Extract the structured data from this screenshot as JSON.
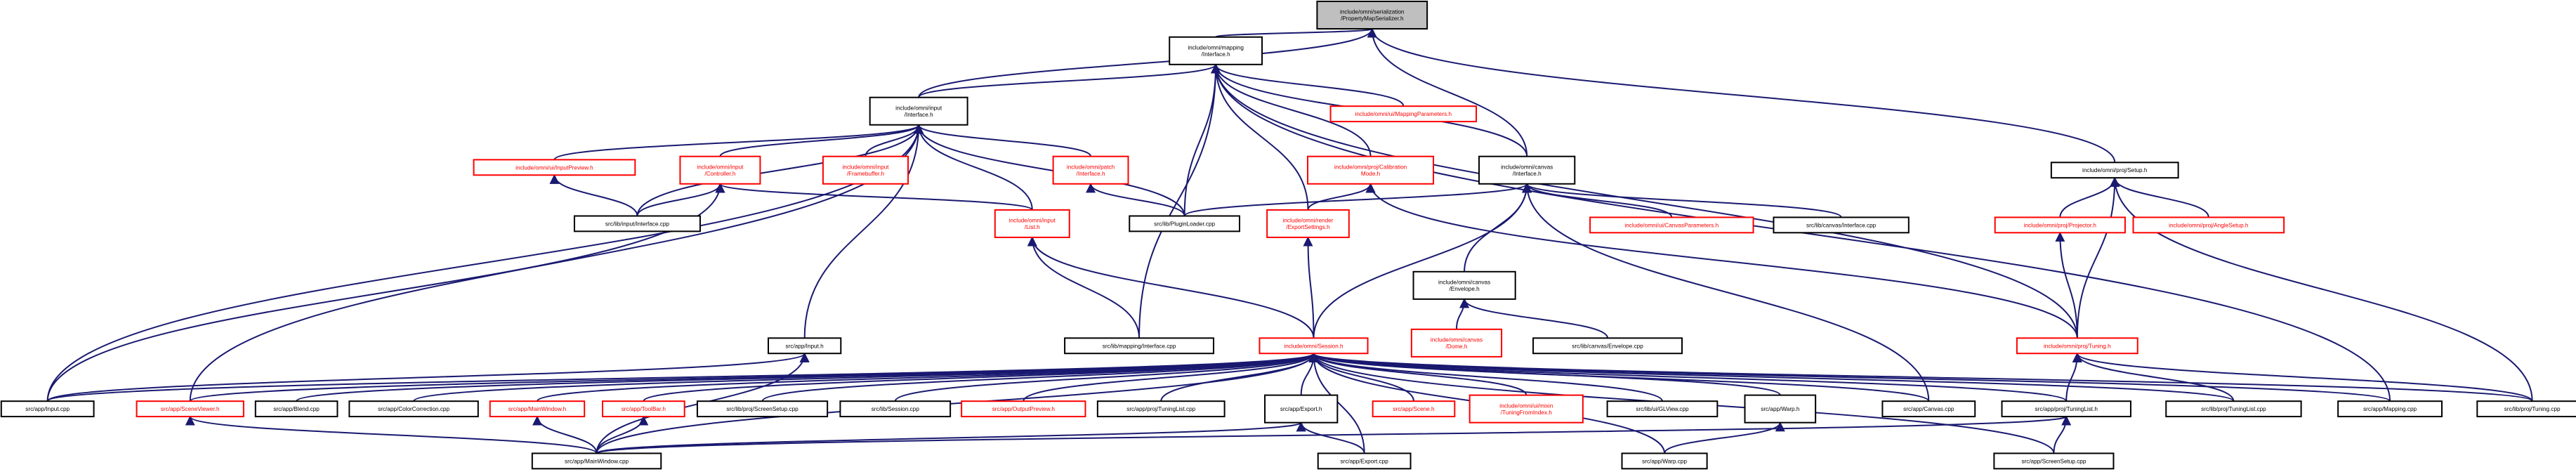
{
  "diagram_title": "",
  "colors": {
    "edge": "#191970",
    "red_node": "#ff0000",
    "root_fill": "#bfbfbf"
  },
  "nodes": {
    "root": {
      "lines": [
        "include/omni/serialization",
        "/PropertyMapSerializer.h"
      ],
      "red": false,
      "root": true
    },
    "mapIface": {
      "lines": [
        "include/omni/mapping",
        "/Interface.h"
      ],
      "red": false
    },
    "inputIface": {
      "lines": [
        "include/omni/input",
        "/Interface.h"
      ],
      "red": false
    },
    "mappingParams": {
      "lines": [
        "include/omni/ui/MappingParameters.h"
      ],
      "red": true
    },
    "inputPreview": {
      "lines": [
        "include/omni/ui/InputPreview.h"
      ],
      "red": true
    },
    "inputController": {
      "lines": [
        "include/omni/input",
        "/Controller.h"
      ],
      "red": true
    },
    "inputFramebuffer": {
      "lines": [
        "include/omni/input",
        "/Framebuffer.h"
      ],
      "red": true
    },
    "patchIface": {
      "lines": [
        "include/omni/patch",
        "/Interface.h"
      ],
      "red": true
    },
    "calibMode": {
      "lines": [
        "include/omni/proj/Calibration",
        "Mode.h"
      ],
      "red": true
    },
    "canvasIface": {
      "lines": [
        "include/omni/canvas",
        "/Interface.h"
      ],
      "red": false
    },
    "projSetup": {
      "lines": [
        "include/omni/proj/Setup.h"
      ],
      "red": false
    },
    "inputList": {
      "lines": [
        "include/omni/input",
        "/List.h"
      ],
      "red": true
    },
    "exportSettings": {
      "lines": [
        "include/omni/render",
        "/ExportSettings.h"
      ],
      "red": true
    },
    "libInputIface": {
      "lines": [
        "src/lib/input/Interface.cpp"
      ],
      "red": false
    },
    "pluginLoader": {
      "lines": [
        "src/lib/PluginLoader.cpp"
      ],
      "red": false
    },
    "canvasEnvelope": {
      "lines": [
        "include/omni/canvas",
        "/Envelope.h"
      ],
      "red": false
    },
    "canvasParams": {
      "lines": [
        "include/omni/ui/CanvasParameters.h"
      ],
      "red": true
    },
    "libCanvasIface": {
      "lines": [
        "src/lib/canvas/Interface.cpp"
      ],
      "red": false
    },
    "projector": {
      "lines": [
        "include/omni/proj/Projector.h"
      ],
      "red": true
    },
    "angleSetup": {
      "lines": [
        "include/omni/proj/AngleSetup.h"
      ],
      "red": true
    },
    "canvasDome": {
      "lines": [
        "include/omni/canvas",
        "/Dome.h"
      ],
      "red": true
    },
    "libEnvelope": {
      "lines": [
        "src/lib/canvas/Envelope.cpp"
      ],
      "red": false
    },
    "appInputH": {
      "lines": [
        "src/app/Input.h"
      ],
      "red": false
    },
    "libMappingIface": {
      "lines": [
        "src/lib/mapping/Interface.cpp"
      ],
      "red": false
    },
    "session": {
      "lines": [
        "include/omni/Session.h"
      ],
      "red": true
    },
    "projTuning": {
      "lines": [
        "include/omni/proj/Tuning.h"
      ],
      "red": true
    },
    "appInputCpp": {
      "lines": [
        "src/app/Input.cpp"
      ],
      "red": false
    },
    "sceneViewer": {
      "lines": [
        "src/app/SceneViewer.h"
      ],
      "red": true
    },
    "blendCpp": {
      "lines": [
        "src/app/Blend.cpp"
      ],
      "red": false
    },
    "colorCorr": {
      "lines": [
        "src/app/ColorCorrection.cpp"
      ],
      "red": false
    },
    "mainWindowH": {
      "lines": [
        "src/app/MainWindow.h"
      ],
      "red": true
    },
    "toolBar": {
      "lines": [
        "src/app/ToolBar.h"
      ],
      "red": true
    },
    "libScreenSetup": {
      "lines": [
        "src/lib/proj/ScreenSetup.cpp"
      ],
      "red": false
    },
    "libSession": {
      "lines": [
        "src/lib/Session.cpp"
      ],
      "red": false
    },
    "outputPreview": {
      "lines": [
        "src/app/OutputPreview.h"
      ],
      "red": true
    },
    "appTuningListCpp": {
      "lines": [
        "src/app/proj/TuningList.cpp"
      ],
      "red": false
    },
    "exportH": {
      "lines": [
        "src/app/Export.h"
      ],
      "red": false
    },
    "sceneH": {
      "lines": [
        "src/app/Scene.h"
      ],
      "red": true
    },
    "tuningFromIndex": {
      "lines": [
        "include/omni/ui/mixin",
        "/TuningFromIndex.h"
      ],
      "red": true
    },
    "glView": {
      "lines": [
        "src/lib/ui/GLView.cpp"
      ],
      "red": false
    },
    "warpH": {
      "lines": [
        "src/app/Warp.h"
      ],
      "red": false
    },
    "canvasCpp": {
      "lines": [
        "src/app/Canvas.cpp"
      ],
      "red": false
    },
    "appTuningListH": {
      "lines": [
        "src/app/proj/TuningList.h"
      ],
      "red": false
    },
    "libTuningListCpp": {
      "lines": [
        "src/lib/proj/TuningList.cpp"
      ],
      "red": false
    },
    "mappingCpp": {
      "lines": [
        "src/app/Mapping.cpp"
      ],
      "red": false
    },
    "libTuningCpp": {
      "lines": [
        "src/lib/proj/Tuning.cpp"
      ],
      "red": false
    },
    "mainWindowCpp": {
      "lines": [
        "src/app/MainWindow.cpp"
      ],
      "red": false
    },
    "exportCpp": {
      "lines": [
        "src/app/Export.cpp"
      ],
      "red": false
    },
    "warpCpp": {
      "lines": [
        "src/app/Warp.cpp"
      ],
      "red": false
    },
    "screenSetupCpp": {
      "lines": [
        "src/app/ScreenSetup.cpp"
      ],
      "red": false
    }
  },
  "edges": [
    [
      "mapIface",
      "root"
    ],
    [
      "inputIface",
      "root"
    ],
    [
      "canvasIface",
      "root"
    ],
    [
      "projSetup",
      "root"
    ],
    [
      "inputIface",
      "mapIface"
    ],
    [
      "mappingParams",
      "mapIface"
    ],
    [
      "calibMode",
      "mapIface"
    ],
    [
      "canvasIface",
      "mapIface"
    ],
    [
      "exportSettings",
      "mapIface"
    ],
    [
      "pluginLoader",
      "mapIface"
    ],
    [
      "libMappingIface",
      "mapIface"
    ],
    [
      "projTuning",
      "mapIface"
    ],
    [
      "mappingCpp",
      "mapIface"
    ],
    [
      "inputPreview",
      "inputIface"
    ],
    [
      "inputController",
      "inputIface"
    ],
    [
      "inputFramebuffer",
      "inputIface"
    ],
    [
      "patchIface",
      "inputIface"
    ],
    [
      "inputList",
      "inputIface"
    ],
    [
      "libInputIface",
      "inputIface"
    ],
    [
      "pluginLoader",
      "inputIface"
    ],
    [
      "appInputH",
      "inputIface"
    ],
    [
      "appInputCpp",
      "inputIface"
    ],
    [
      "sceneViewer",
      "inputIface"
    ],
    [
      "libInputIface",
      "inputPreview"
    ],
    [
      "libInputIface",
      "inputController"
    ],
    [
      "inputList",
      "inputController"
    ],
    [
      "appInputCpp",
      "inputController"
    ],
    [
      "pluginLoader",
      "patchIface"
    ],
    [
      "exportSettings",
      "calibMode"
    ],
    [
      "projTuning",
      "calibMode"
    ],
    [
      "pluginLoader",
      "canvasIface"
    ],
    [
      "canvasEnvelope",
      "canvasIface"
    ],
    [
      "canvasParams",
      "canvasIface"
    ],
    [
      "libCanvasIface",
      "canvasIface"
    ],
    [
      "session",
      "canvasIface"
    ],
    [
      "canvasCpp",
      "canvasIface"
    ],
    [
      "projector",
      "projSetup"
    ],
    [
      "angleSetup",
      "projSetup"
    ],
    [
      "projTuning",
      "projSetup"
    ],
    [
      "libTuningCpp",
      "projSetup"
    ],
    [
      "libMappingIface",
      "inputList"
    ],
    [
      "session",
      "inputList"
    ],
    [
      "session",
      "exportSettings"
    ],
    [
      "canvasDome",
      "canvasEnvelope"
    ],
    [
      "libEnvelope",
      "canvasEnvelope"
    ],
    [
      "projTuning",
      "projector"
    ],
    [
      "appInputCpp",
      "appInputH"
    ],
    [
      "mainWindowCpp",
      "appInputH"
    ],
    [
      "appInputCpp",
      "session"
    ],
    [
      "sceneViewer",
      "session"
    ],
    [
      "blendCpp",
      "session"
    ],
    [
      "colorCorr",
      "session"
    ],
    [
      "mainWindowH",
      "session"
    ],
    [
      "toolBar",
      "session"
    ],
    [
      "libScreenSetup",
      "session"
    ],
    [
      "libSession",
      "session"
    ],
    [
      "outputPreview",
      "session"
    ],
    [
      "appTuningListCpp",
      "session"
    ],
    [
      "exportH",
      "session"
    ],
    [
      "exportCpp",
      "session"
    ],
    [
      "sceneH",
      "session"
    ],
    [
      "tuningFromIndex",
      "session"
    ],
    [
      "glView",
      "session"
    ],
    [
      "warpH",
      "session"
    ],
    [
      "warpCpp",
      "session"
    ],
    [
      "canvasCpp",
      "session"
    ],
    [
      "screenSetupCpp",
      "session"
    ],
    [
      "appTuningListH",
      "session"
    ],
    [
      "libTuningListCpp",
      "session"
    ],
    [
      "mappingCpp",
      "session"
    ],
    [
      "libTuningCpp",
      "session"
    ],
    [
      "mainWindowCpp",
      "session"
    ],
    [
      "appTuningListH",
      "projTuning"
    ],
    [
      "libTuningListCpp",
      "projTuning"
    ],
    [
      "libTuningCpp",
      "projTuning"
    ],
    [
      "mainWindowCpp",
      "sceneViewer"
    ],
    [
      "mainWindowCpp",
      "mainWindowH"
    ],
    [
      "mainWindowCpp",
      "toolBar"
    ],
    [
      "mainWindowCpp",
      "exportH"
    ],
    [
      "exportCpp",
      "exportH"
    ],
    [
      "warpCpp",
      "warpH"
    ],
    [
      "mainWindowCpp",
      "appTuningListH"
    ],
    [
      "screenSetupCpp",
      "appTuningListH"
    ]
  ]
}
